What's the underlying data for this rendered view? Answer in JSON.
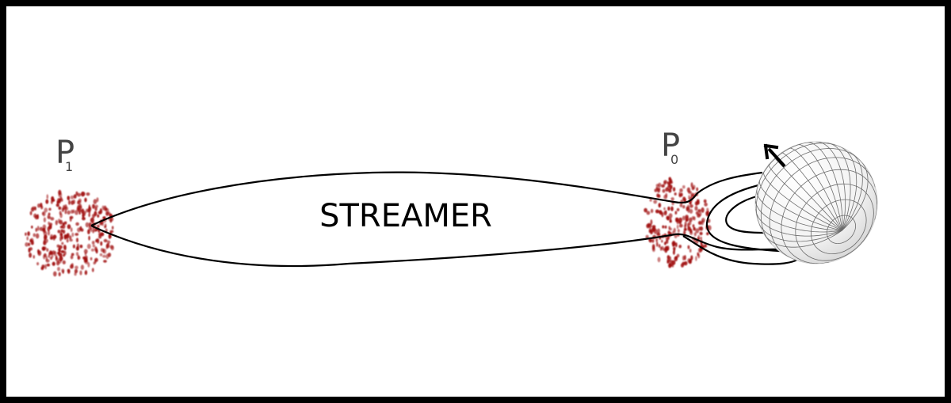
{
  "diagram": {
    "title": "STREAMER",
    "points": [
      {
        "id": "P1",
        "letter": "P",
        "subscript": "1"
      },
      {
        "id": "P0",
        "letter": "P",
        "subscript": "0"
      }
    ],
    "colors": {
      "particles": "#a01010",
      "lines": "#000000",
      "labels": "#444444",
      "border": "#000000"
    },
    "elements": [
      "particle-cloud-p1",
      "particle-cloud-p0",
      "streamer-outline",
      "closed-loops",
      "sun-sphere",
      "rotation-axis-arrow"
    ]
  }
}
